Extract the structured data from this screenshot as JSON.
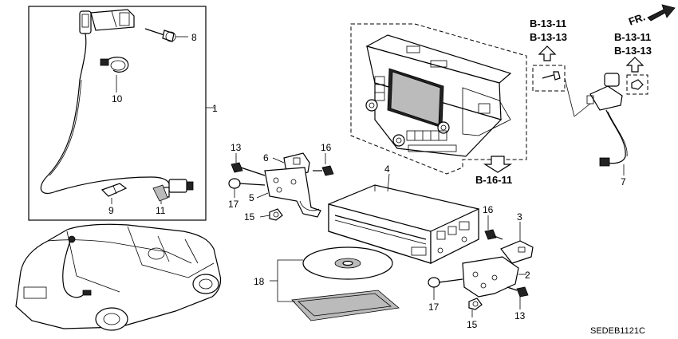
{
  "callouts": {
    "c1": "1",
    "c2": "2",
    "c3": "3",
    "c4": "4",
    "c5": "5",
    "c6": "6",
    "c7": "7",
    "c8": "8",
    "c9": "9",
    "c10": "10",
    "c11": "11",
    "c13a": "13",
    "c13b": "13",
    "c15a": "15",
    "c15b": "15",
    "c16a": "16",
    "c16b": "16",
    "c17a": "17",
    "c17b": "17",
    "c18": "18"
  },
  "references": {
    "center_top": "B-13-11",
    "center_bottom": "B-13-13",
    "right_top": "B-13-11",
    "right_bottom": "B-13-13",
    "panel": "B-16-11"
  },
  "direction_label": "FR.",
  "diagram_code": "SEDEB1121C"
}
